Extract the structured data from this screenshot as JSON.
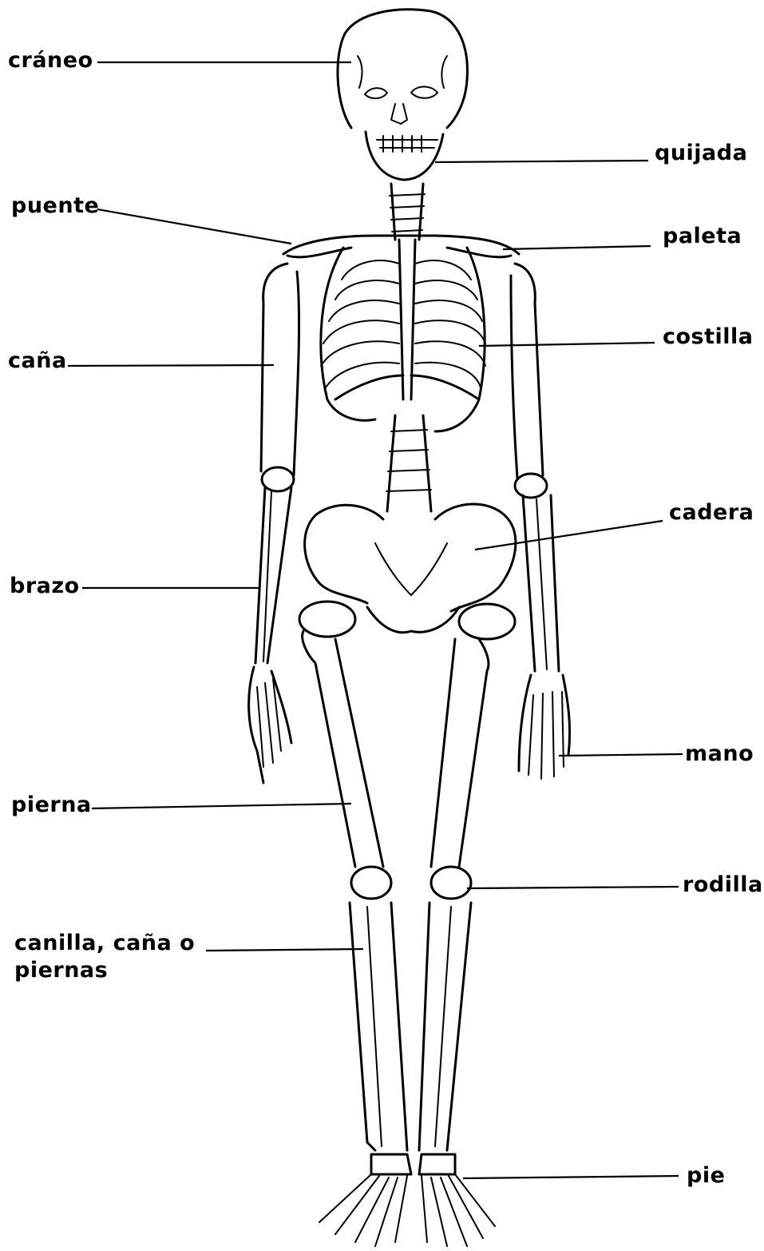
{
  "labels": {
    "craneo": "cráneo",
    "quijada": "quijada",
    "puente": "puente",
    "paleta": "paleta",
    "cana": "caña",
    "costilla": "costilla",
    "cadera": "cadera",
    "brazo": "brazo",
    "mano": "mano",
    "pierna": "pierna",
    "rodilla": "rodilla",
    "canilla_line1": "canilla, caña o",
    "canilla_line2": "piernas",
    "pie": "pie"
  },
  "colors": {
    "ink": "#000000",
    "paper": "#ffffff"
  }
}
